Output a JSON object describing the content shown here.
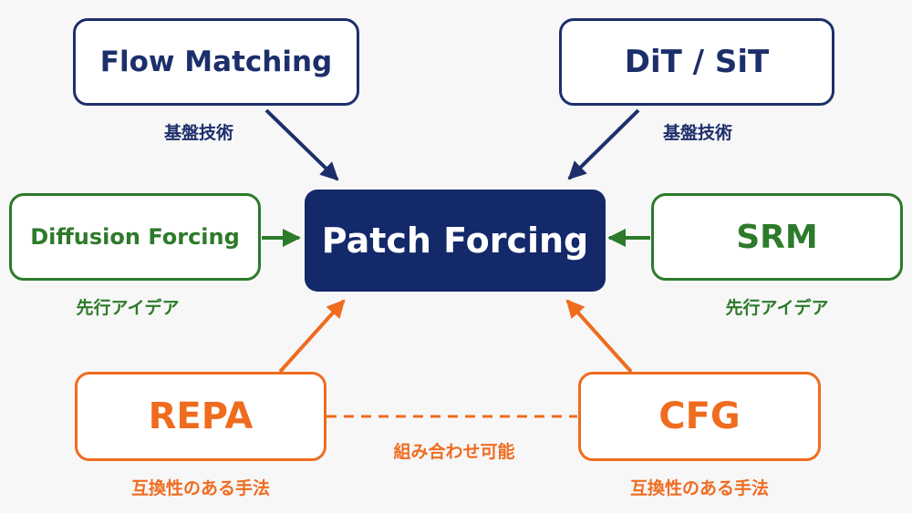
{
  "center": {
    "label": "Patch Forcing"
  },
  "nodes": {
    "flow_matching": {
      "label": "Flow Matching",
      "caption": "基盤技術"
    },
    "dit_sit": {
      "label": "DiT / SiT",
      "caption": "基盤技術"
    },
    "diffusion_forcing": {
      "label": "Diffusion Forcing",
      "caption": "先行アイデア"
    },
    "srm": {
      "label": "SRM",
      "caption": "先行アイデア"
    },
    "repa": {
      "label": "REPA",
      "caption": "互換性のある手法"
    },
    "cfg": {
      "label": "CFG",
      "caption": "互換性のある手法"
    }
  },
  "link": {
    "label": "組み合わせ可能"
  },
  "colors": {
    "navy": "#1d2f6b",
    "center_fill": "#13296a",
    "green": "#2d7a2b",
    "orange": "#ef6c1f"
  }
}
